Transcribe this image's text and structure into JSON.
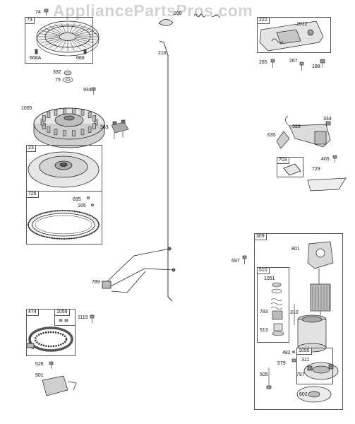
{
  "watermark": "AppliancePartsPros.com",
  "boxes": [
    {
      "id": "box-73",
      "num": "73"
    },
    {
      "id": "box-222",
      "num": "222"
    },
    {
      "id": "box-23",
      "num": "23"
    },
    {
      "id": "box-726",
      "num": "726"
    },
    {
      "id": "box-703",
      "num": "703"
    },
    {
      "id": "box-309",
      "num": "309"
    },
    {
      "id": "box-510",
      "num": "510"
    },
    {
      "id": "box-474",
      "num": "474"
    },
    {
      "id": "box-1059",
      "num": "1059"
    },
    {
      "id": "box-1090",
      "num": "1090"
    }
  ],
  "labels": [
    "74",
    "668A",
    "668",
    "332",
    "75",
    "934",
    "1005",
    "363",
    "209",
    "216",
    "1012",
    "265",
    "267",
    "188",
    "334",
    "333",
    "635",
    "405",
    "729",
    "695",
    "165",
    "697",
    "801",
    "789",
    "1051",
    "310",
    "783",
    "513",
    "1119",
    "482",
    "579",
    "311",
    "797",
    "505",
    "602",
    "526",
    "501"
  ],
  "parts": [
    "starter-flywheel-screen",
    "flywheel",
    "wire-link",
    "throttle-bracket",
    "ignition-armature",
    "air-vane",
    "ring-gear",
    "control-cable",
    "stator",
    "rectifier",
    "starter-motor"
  ]
}
